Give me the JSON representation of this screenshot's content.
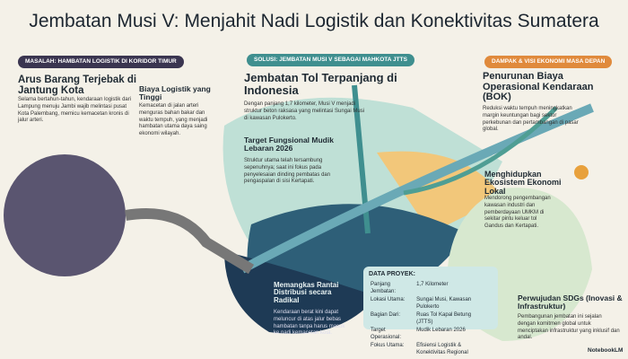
{
  "title": "Jembatan Musi V: Menjahit Nadi Logistik dan Konektivitas Sumatera",
  "left": {
    "pill": "MASALAH: HAMBATAN LOGISTIK DI KORIDOR TIMUR",
    "h1": "Arus Barang Terjebak di Jantung Kota",
    "t1": "Selama bertahun-tahun, kendaraan logistik dari Lampung menuju Jambi wajib melintasi pusat Kota Palembang, memicu kemacetan kronis di jalur arteri.",
    "h2": "Biaya Logistik yang Tinggi",
    "t2": "Kemacetan di jalan arteri menguras bahan bakar dan waktu tempuh, yang menjadi hambatan utama daya saing ekonomi wilayah."
  },
  "center": {
    "pill": "SOLUSI: JEMBATAN MUSI V SEBAGAI MAHKOTA JTTS",
    "h1": "Jembatan Tol Terpanjang di Indonesia",
    "t1": "Dengan panjang 1,7 kilometer, Musi V menjadi struktur beton raksasa yang melintasi Sungai Musi di kawasan Pulokerto.",
    "h2": "Target Fungsional Mudik Lebaran 2026",
    "t2": "Struktur utama telah tersambung sepenuhnya; saat ini fokus pada penyelesaian dinding pembatas dan pengaspalan di sisi Kertapati.",
    "h3": "Memangkas Rantai Distribusi secara Radikal",
    "t3": "Kendaraan berat kini dapat meluncur di atas jalur bebas hambatan tanpa harus masuk ke nadi kemacetan kota."
  },
  "data_proyek": {
    "title": "DATA PROYEK:",
    "rows": [
      {
        "k": "Panjang Jembatan:",
        "v": "1,7 Kilometer"
      },
      {
        "k": "Lokasi Utama:",
        "v": "Sungai Musi, Kawasan Pulokerto"
      },
      {
        "k": "Bagian Dari:",
        "v": "Ruas Tol Kapal Betung (JTTS)"
      },
      {
        "k": "Target Operasional:",
        "v": "Mudik Lebaran 2026"
      },
      {
        "k": "Fokus Utama:",
        "v": "Efisiensi Logistik & Konektivitas Regional"
      }
    ]
  },
  "right": {
    "pill": "DAMPAK & VISI EKONOMI MASA DEPAN",
    "h1": "Penurunan Biaya Operasional Kendaraan (BOK)",
    "t1": "Reduksi waktu tempuh meningkatkan margin keuntungan bagi sektor perkebunan dan pertambangan di pasar global.",
    "h2": "Menghidupkan Ekosistem Ekonomi Lokal",
    "t2": "Mendorong pengembangan kawasan industri dan pemberdayaan UMKM di sekitar pintu keluar tol Gandus dan Kertapati.",
    "h3": "Perwujudan SDGs (Inovasi & Infrastruktur)",
    "t3": "Pembangunan jembatan ini sejalan dengan komitmen global untuk menciptakan infrastruktur yang inklusif dan andal."
  },
  "watermark": "NotebookLM",
  "colors": {
    "dark_pill": "#3a3550",
    "teal_pill": "#3f8f8f",
    "orange_pill": "#e08a3c",
    "navy": "#1e3a55",
    "teal": "#4f9e94"
  }
}
